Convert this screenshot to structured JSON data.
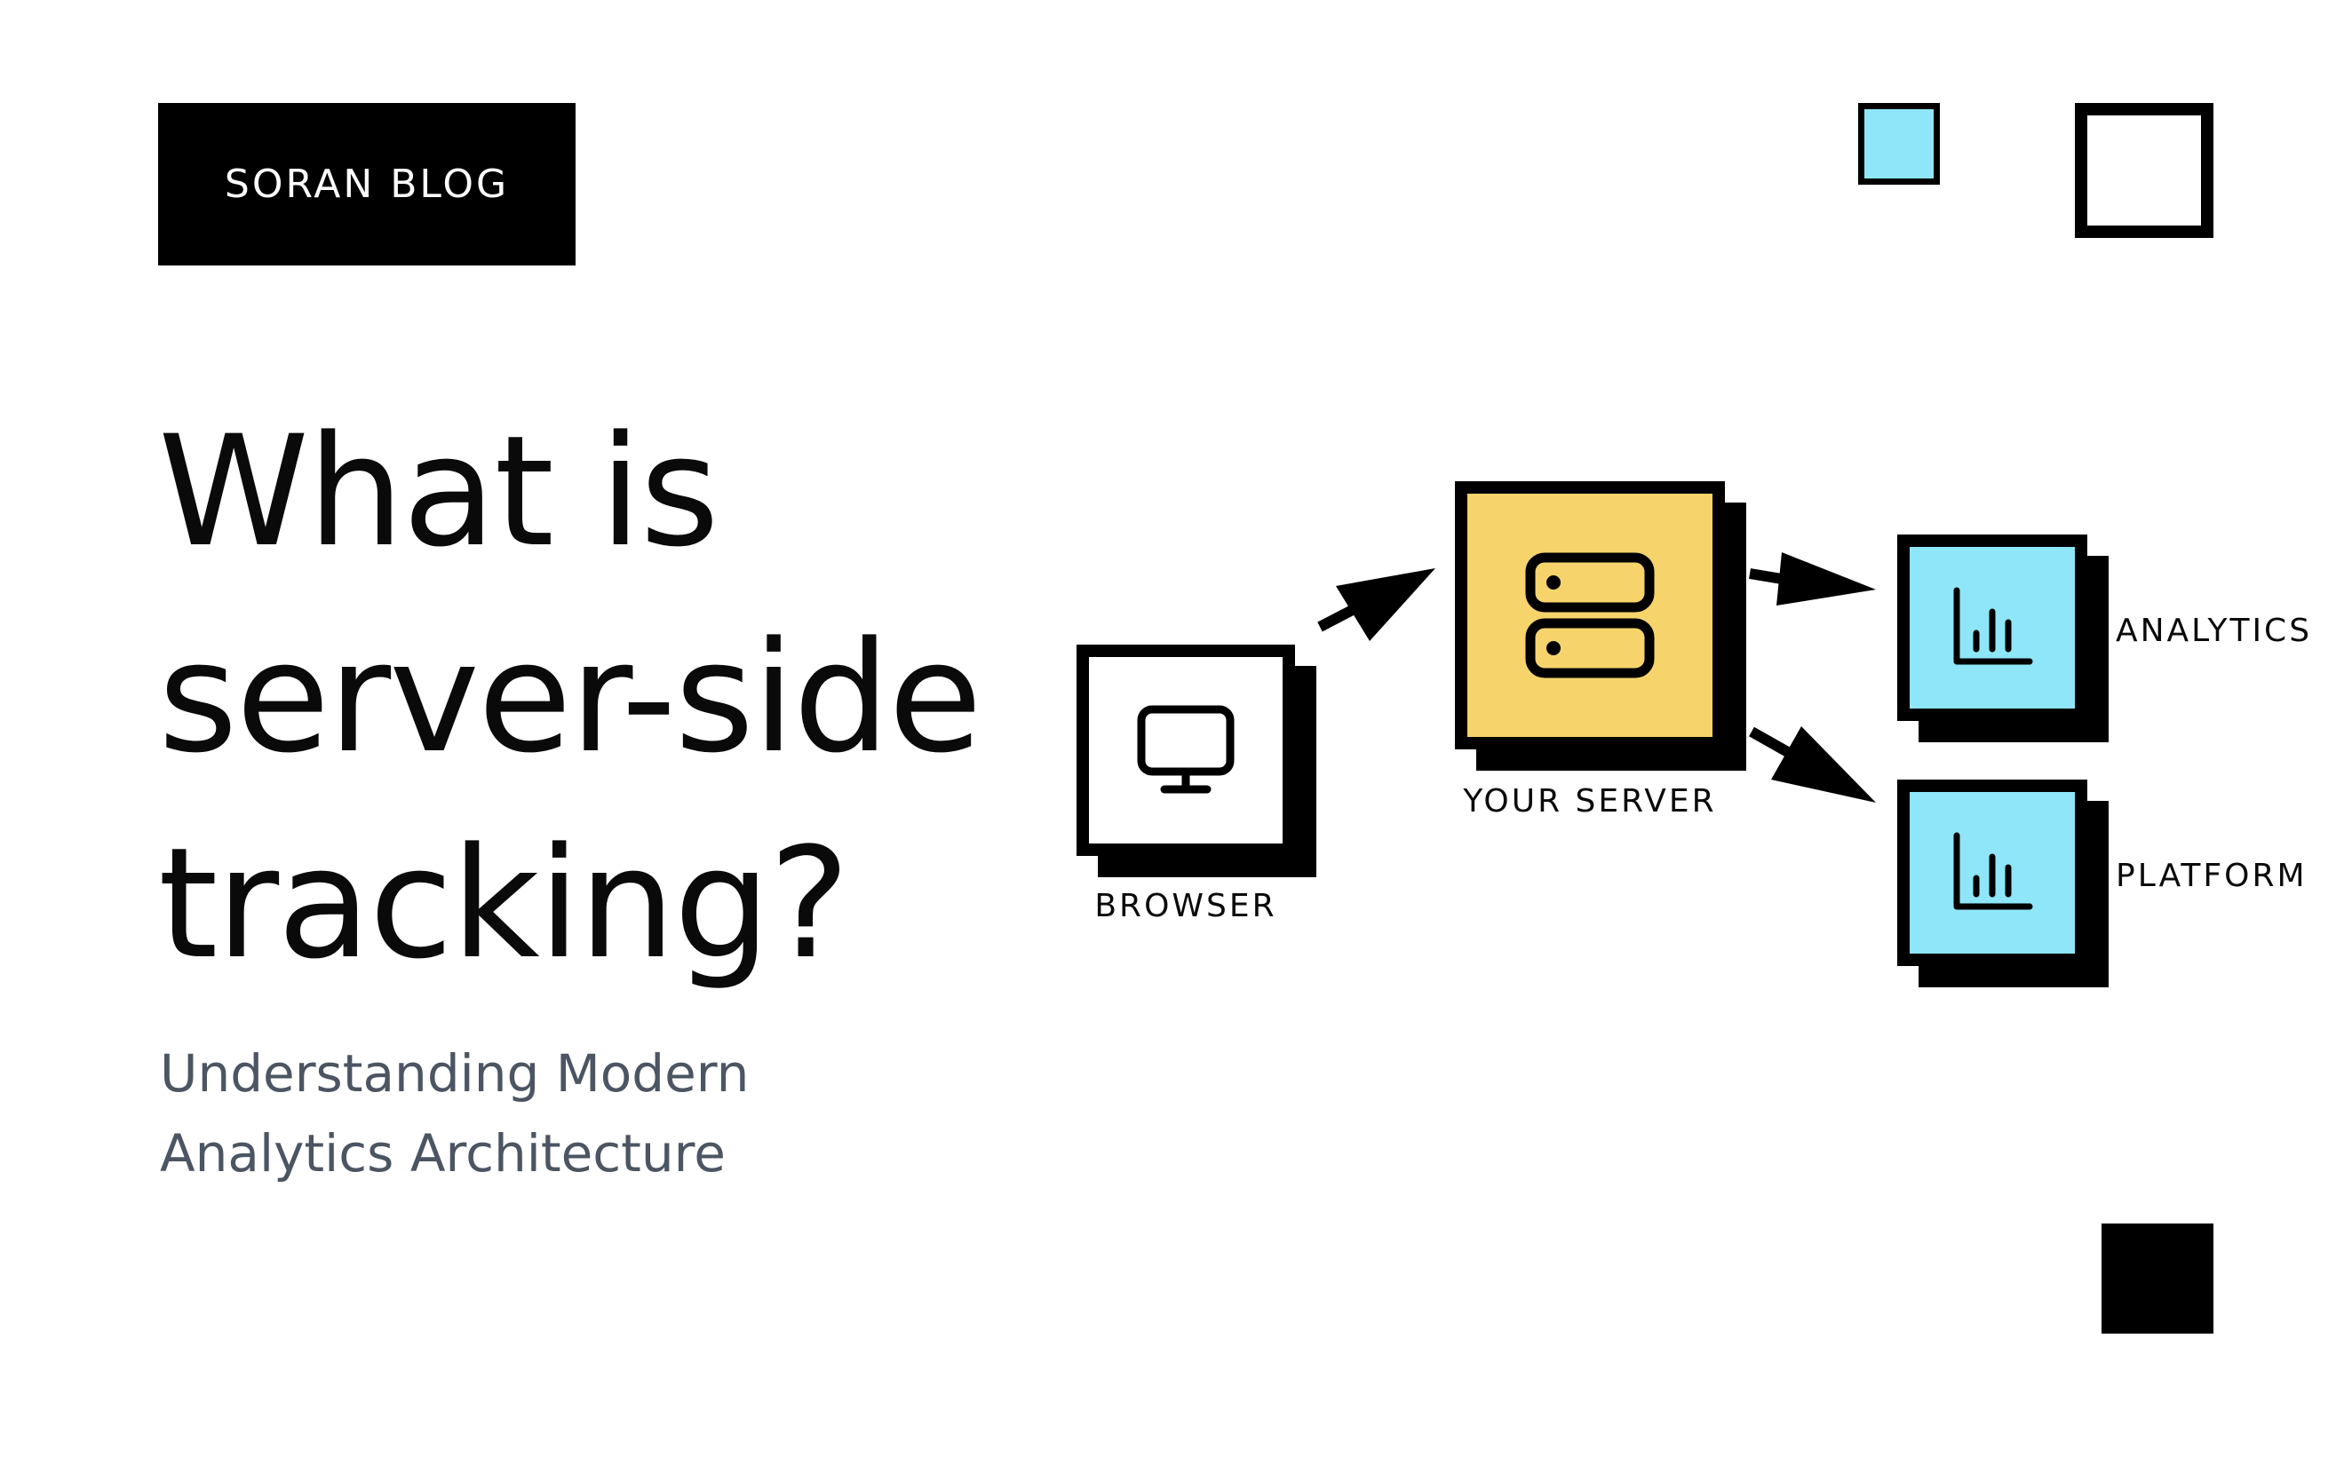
{
  "brand": {
    "label": "SORAN BLOG"
  },
  "hero": {
    "title_lines": [
      "What is",
      "server-side",
      "tracking?"
    ],
    "subtitle_lines": [
      "Understanding Modern",
      "Analytics Architecture"
    ]
  },
  "diagram": {
    "nodes": [
      {
        "id": "browser",
        "label": "BROWSER",
        "icon": "monitor-icon",
        "fill": "#ffffff"
      },
      {
        "id": "server",
        "label": "YOUR SERVER",
        "icon": "server-stack-icon",
        "fill": "#f6d46b"
      },
      {
        "id": "analytics",
        "label": "ANALYTICS",
        "icon": "bar-chart-icon",
        "fill": "#8ee6f8"
      },
      {
        "id": "platform",
        "label": "PLATFORM",
        "icon": "bar-chart-icon",
        "fill": "#8ee6f8"
      }
    ],
    "edges": [
      {
        "from": "browser",
        "to": "server"
      },
      {
        "from": "server",
        "to": "analytics"
      },
      {
        "from": "server",
        "to": "platform"
      }
    ]
  },
  "colors": {
    "background": "#ffffff",
    "ink": "#000000",
    "accent_yellow": "#f6d46b",
    "accent_cyan": "#8ee6f8",
    "subtitle_gray": "#4b5563"
  }
}
